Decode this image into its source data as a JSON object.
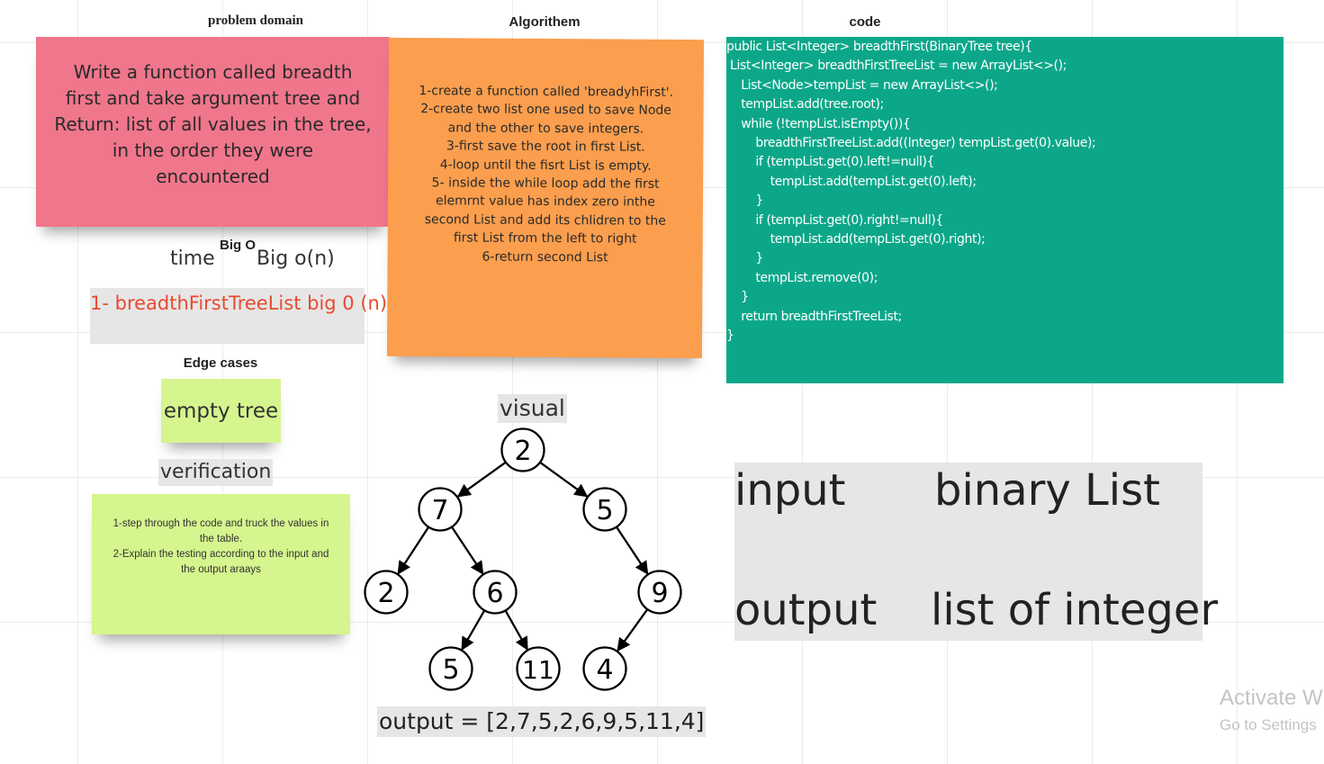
{
  "headings": {
    "problem_domain": "problem domain",
    "algorithm": "Algorithem",
    "code": "code",
    "big_o": "Big O",
    "edge_cases": "Edge cases"
  },
  "problem": {
    "text": "Write a function called breadth first and take argument tree and Return: list of all values in the tree, in the order they were encountered"
  },
  "algorithm": {
    "lines": [
      "1-create a function called 'breadyhFirst'.",
      "2-create two list one used to save Node and the other to save integers.",
      "3-first save the root in first List.",
      "4-loop until the fisrt List is empty.",
      "5- inside the while loop add the first elemrnt value  has index zero inthe second List and add its chlidren to the first List from the left to right",
      "6-return second List"
    ]
  },
  "code": {
    "lines": [
      "public List<Integer> breadthFirst(BinaryTree tree){",
      " List<Integer> breadthFirstTreeList = new ArrayList<>();",
      "    List<Node>tempList = new ArrayList<>();",
      "",
      "    tempList.add(tree.root);",
      "",
      "    while (!tempList.isEmpty()){",
      "        breadthFirstTreeList.add((Integer) tempList.get(0).value);",
      "        if (tempList.get(0).left!=null){",
      "            tempList.add(tempList.get(0).left);",
      "        }",
      "        if (tempList.get(0).right!=null){",
      "            tempList.add(tempList.get(0).right);",
      "        }",
      "        tempList.remove(0);",
      "    }",
      "    return breadthFirstTreeList;",
      "}"
    ]
  },
  "big_o": {
    "time_label": "time",
    "time_value": "Big o(n)",
    "list_note": "1- breadthFirstTreeList big 0 (n)"
  },
  "edge_cases": {
    "note": "empty tree"
  },
  "verification": {
    "label": "verification",
    "lines": [
      "1-step through the code and truck the values in the table.",
      "2-Explain the testing according to the input and the output araays"
    ]
  },
  "visual": {
    "label": "visual",
    "tree": {
      "nodes": [
        {
          "id": "n1",
          "value": "2"
        },
        {
          "id": "n2",
          "value": "7"
        },
        {
          "id": "n3",
          "value": "5"
        },
        {
          "id": "n4",
          "value": "2"
        },
        {
          "id": "n5",
          "value": "6"
        },
        {
          "id": "n6",
          "value": "9"
        },
        {
          "id": "n7",
          "value": "5"
        },
        {
          "id": "n8",
          "value": "11"
        },
        {
          "id": "n9",
          "value": "4"
        }
      ],
      "edges": [
        [
          "n1",
          "n2"
        ],
        [
          "n1",
          "n3"
        ],
        [
          "n2",
          "n4"
        ],
        [
          "n2",
          "n5"
        ],
        [
          "n3",
          "n6"
        ],
        [
          "n5",
          "n7"
        ],
        [
          "n5",
          "n8"
        ],
        [
          "n6",
          "n9"
        ]
      ]
    },
    "output": "output = [2,7,5,2,6,9,5,11,4]"
  },
  "io": {
    "input_label": "input",
    "input_value": "binary List",
    "output_label": "output",
    "output_value": "list of integer"
  },
  "watermark": {
    "line1": "Activate W",
    "line2": "Go to Settings"
  },
  "colors": {
    "problem_note": "#f0768b",
    "algorithm_note": "#fb9e4e",
    "code_panel": "#0ca789",
    "edge_note": "#d5f58e",
    "verify_note": "#d5f58e",
    "bigo_accent": "#e94a2f"
  }
}
